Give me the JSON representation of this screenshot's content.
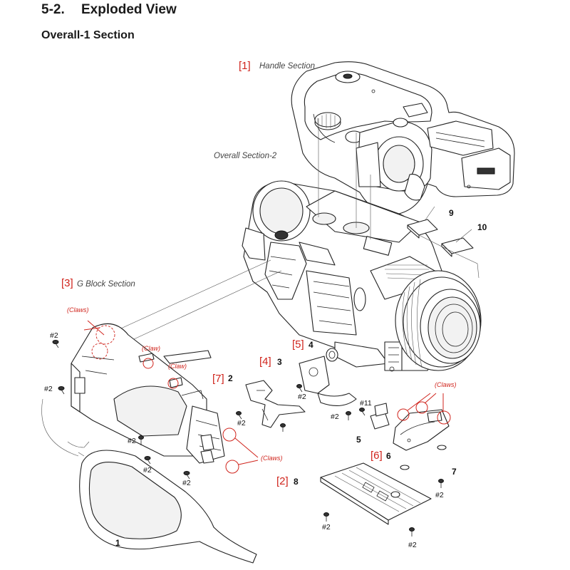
{
  "header": {
    "section_number": "5-2.",
    "section_title": "Exploded View",
    "subsection_title": "Overall-1 Section"
  },
  "section_refs": [
    {
      "ref": "[1]",
      "label": "Handle Section"
    },
    {
      "ref": "[3]",
      "label": "G Block Section"
    },
    {
      "ref": "",
      "label": "Overall Section-2"
    },
    {
      "ref": "[2]",
      "label": ""
    },
    {
      "ref": "[4]",
      "label": ""
    },
    {
      "ref": "[5]",
      "label": ""
    },
    {
      "ref": "[6]",
      "label": ""
    },
    {
      "ref": "[7]",
      "label": ""
    }
  ],
  "part_numbers": [
    "1",
    "2",
    "3",
    "4",
    "5",
    "6",
    "7",
    "8",
    "9",
    "10"
  ],
  "screw_labels": {
    "s2": "#2",
    "s11": "#11"
  },
  "claw_labels": {
    "claws": "(Claws)",
    "claw": "(Claw)"
  },
  "colors": {
    "callout_red": "#d0241c",
    "line": "#222222",
    "background": "#ffffff"
  }
}
